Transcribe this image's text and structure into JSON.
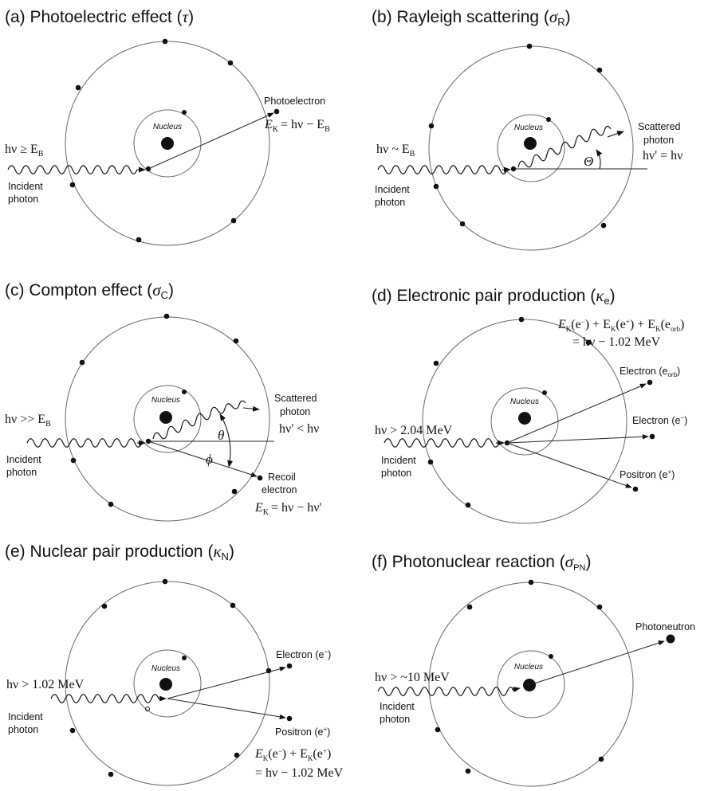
{
  "panels": {
    "a": {
      "title": "(a)  Photoelectric effect (",
      "symbol": "τ",
      "title_end": ")",
      "incident_energy": "hν ≥ E",
      "incident_energy_sub": "B",
      "incident_label_1": "Incident",
      "incident_label_2": "photon",
      "nucleus": "Nucleus",
      "out_label": "Photoelectron",
      "energy_eq": "E",
      "energy_eq_sub": "K",
      "energy_eq_rest": "= hν − E",
      "energy_eq_sub2": "B"
    },
    "b": {
      "title": "(b)  Rayleigh scattering (",
      "symbol": "σ",
      "symbol_sub": "R",
      "title_end": ")",
      "incident_energy": "hν ~ E",
      "incident_energy_sub": "B",
      "incident_label_1": "Incident",
      "incident_label_2": "photon",
      "nucleus": "Nucleus",
      "out_label_1": "Scattered",
      "out_label_2": "photon",
      "out_energy": "hν' = hν",
      "angle": "Θ"
    },
    "c": {
      "title": "(c)  Compton effect (",
      "symbol": "σ",
      "symbol_sub": "C",
      "title_end": ")",
      "incident_energy": "hν >> E",
      "incident_energy_sub": "B",
      "incident_label_1": "Incident",
      "incident_label_2": "photon",
      "nucleus": "Nucleus",
      "out_label_1": "Scattered",
      "out_label_2": "photon",
      "out_energy": "hν' < hν",
      "angle_theta": "θ",
      "angle_phi": "ϕ",
      "recoil_1": "Recoil",
      "recoil_2": "electron",
      "energy_eq": "E",
      "energy_eq_sub": "K",
      "energy_eq_rest": "= hν − hν'"
    },
    "d": {
      "title": "(d)  Electronic pair production (",
      "symbol": "κ",
      "symbol_sub": "e",
      "title_end": ")",
      "energy_top": "E",
      "energy_top_sub1": "K",
      "energy_top_mid1": "(e",
      "energy_top_sup1": "−",
      "energy_top_mid2": ") + E",
      "energy_top_sub2": "K",
      "energy_top_mid3": "(e",
      "energy_top_sup2": "+",
      "energy_top_mid4": ") + E",
      "energy_top_sub3": "K",
      "energy_top_mid5": "(e",
      "energy_top_sub4": "orb",
      "energy_top_end": ")",
      "energy_bottom": "= hν − 1.02 MeV",
      "incident_energy": "hν > 2.04 MeV",
      "incident_label_1": "Incident",
      "incident_label_2": "photon",
      "nucleus": "Nucleus",
      "electron_orb": "Electron (e",
      "electron_orb_sub": "orb",
      "electron_orb_end": ")",
      "electron": "Electron (e",
      "electron_sup": "−",
      "electron_end": ")",
      "positron": "Positron (e",
      "positron_sup": "+",
      "positron_end": ")"
    },
    "e": {
      "title": "(e)  Nuclear pair production (",
      "symbol": "κ",
      "symbol_sub": "N",
      "title_end": ")",
      "incident_energy": "hν > 1.02 MeV",
      "incident_label_1": "Incident",
      "incident_label_2": "photon",
      "nucleus": "Nucleus",
      "electron": "Electron (e",
      "electron_sup": "−",
      "electron_end": ")",
      "positron": "Positron (e",
      "positron_sup": "+",
      "positron_end": ")",
      "energy_line1": "E",
      "energy_line1_sub1": "K",
      "energy_line1_mid": "(e",
      "energy_line1_sup1": "−",
      "energy_line1_mid2": ") + E",
      "energy_line1_sub2": "K",
      "energy_line1_mid3": "(e",
      "energy_line1_sup2": "+",
      "energy_line1_end": ")",
      "energy_line2": "= hν − 1.02 MeV"
    },
    "f": {
      "title": "(f)  Photonuclear reaction (",
      "symbol": "σ",
      "symbol_sub": "PN",
      "title_end": ")",
      "incident_energy": "hν > ~10 MeV",
      "incident_label_1": "Incident",
      "incident_label_2": "photon",
      "nucleus": "Nucleus",
      "out_label": "Photoneutron"
    }
  }
}
